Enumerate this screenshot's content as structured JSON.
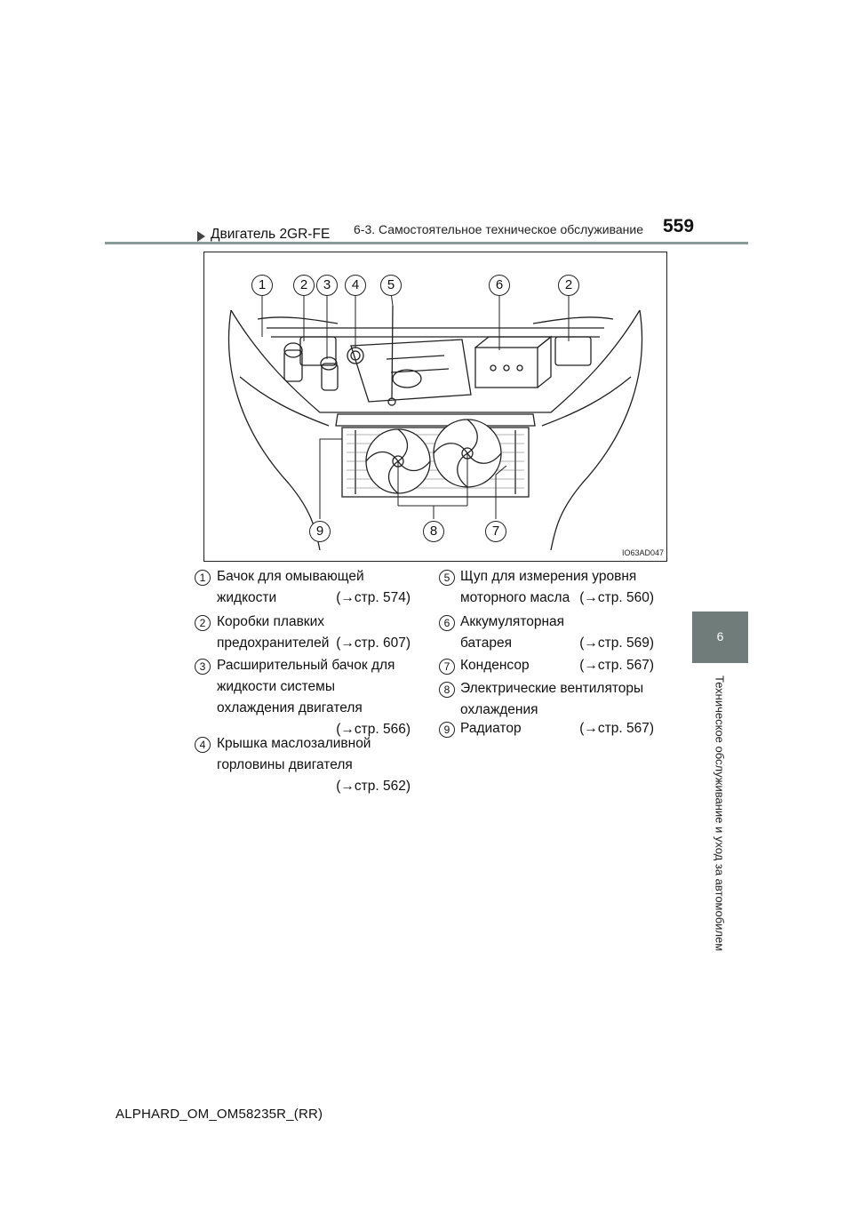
{
  "header": {
    "section": "6-3. Самостоятельное техническое обслуживание",
    "page_number": "559"
  },
  "chapter": {
    "number": "6",
    "side_title": "Техническое обслуживание и уход за автомобилем"
  },
  "subheading": "Двигатель 2GR-FE",
  "figure": {
    "code": "IO63AD047",
    "callouts": [
      "1",
      "2",
      "3",
      "4",
      "5",
      "6",
      "2",
      "9",
      "8",
      "7"
    ]
  },
  "legend": {
    "left": [
      {
        "num": "1",
        "lines": [
          "Бачок для омывающей",
          "жидкости"
        ],
        "ref": "(→стр. 574)"
      },
      {
        "num": "2",
        "lines": [
          "Коробки плавких",
          "предохранителей"
        ],
        "ref": "(→стр. 607)"
      },
      {
        "num": "3",
        "lines": [
          "Расширительный бачок для",
          "жидкости системы",
          "охлаждения двигателя",
          ""
        ],
        "ref": "(→стр. 566)"
      },
      {
        "num": "4",
        "lines": [
          "Крышка маслозаливной",
          "горловины двигателя",
          ""
        ],
        "ref": "(→стр. 562)"
      }
    ],
    "right": [
      {
        "num": "5",
        "lines": [
          "Щуп для измерения уровня",
          "моторного масла"
        ],
        "ref": "(→стр. 560)"
      },
      {
        "num": "6",
        "lines": [
          "Аккумуляторная",
          "батарея"
        ],
        "ref": "(→стр. 569)"
      },
      {
        "num": "7",
        "lines": [
          "Конденсор"
        ],
        "ref": "(→стр. 567)"
      },
      {
        "num": "8",
        "lines": [
          "Электрические вентиляторы",
          "охлаждения"
        ],
        "ref": ""
      },
      {
        "num": "9",
        "lines": [
          "Радиатор"
        ],
        "ref": "(→стр. 567)"
      }
    ]
  },
  "footer": "ALPHARD_OM_OM58235R_(RR)"
}
